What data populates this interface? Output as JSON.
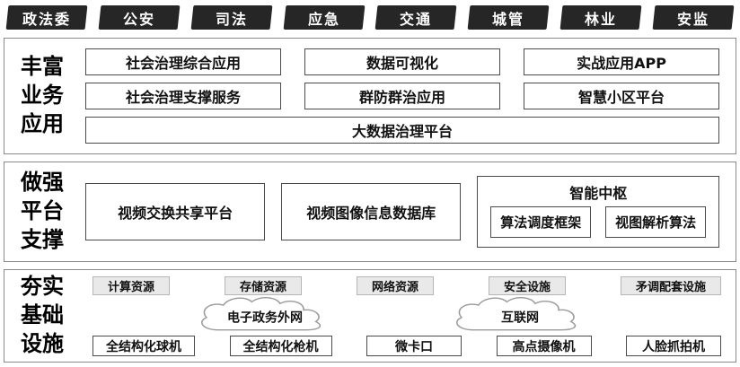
{
  "tabs": [
    "政法委",
    "公安",
    "司法",
    "应急",
    "交通",
    "城管",
    "林业",
    "安监"
  ],
  "colors": {
    "tab_bg": "#262626",
    "section_border": "#8a8a8a",
    "box_border": "#4a4a4a",
    "resource_bg": "#e9e9e9"
  },
  "sections": {
    "business": {
      "label": "丰富业务应用",
      "row1": [
        "社会治理综合应用",
        "数据可视化",
        "实战应用APP"
      ],
      "row2": [
        "社会治理支撑服务",
        "群防群治应用",
        "智慧小区平台"
      ],
      "full": "大数据治理平台"
    },
    "platform": {
      "label": "做强平台支撑",
      "box1": "视频交换共享平台",
      "box2": "视频图像信息数据库",
      "hub": {
        "title": "智能中枢",
        "child1": "算法调度框架",
        "child2": "视图解析算法"
      }
    },
    "infra": {
      "label": "夯实基础设施",
      "resources": [
        "计算资源",
        "存储资源",
        "网络资源",
        "安全设施",
        "矛调配套设施"
      ],
      "clouds": [
        "电子政务外网",
        "互联网"
      ],
      "devices": [
        "全结构化球机",
        "全结构化枪机",
        "微卡口",
        "高点摄像机",
        "人脸抓拍机"
      ]
    }
  }
}
